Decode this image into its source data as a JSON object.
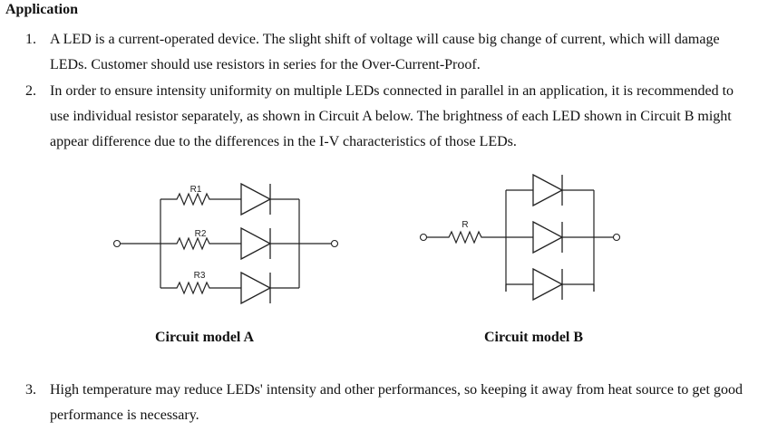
{
  "heading": "Application",
  "items": [
    {
      "num": "1.",
      "text": "A LED is a current-operated device. The slight shift of voltage will cause big change of current, which will damage LEDs. Customer should use resistors in series for the Over-Current-Proof."
    },
    {
      "num": "2.",
      "text": "In order to ensure intensity uniformity on multiple LEDs connected in parallel in an application, it is recommended to use individual resistor separately, as shown in Circuit A below. The brightness of each LED shown in Circuit B might appear difference due to the differences in the I-V characteristics of those LEDs."
    },
    {
      "num": "3.",
      "text": "High temperature may reduce LEDs' intensity and other performances, so keeping it away from heat source to get good performance is necessary."
    }
  ],
  "circuit_a": {
    "caption": "Circuit model A",
    "resistors": [
      "R1",
      "R2",
      "R3"
    ]
  },
  "circuit_b": {
    "caption": "Circuit model B",
    "resistor": "R"
  }
}
